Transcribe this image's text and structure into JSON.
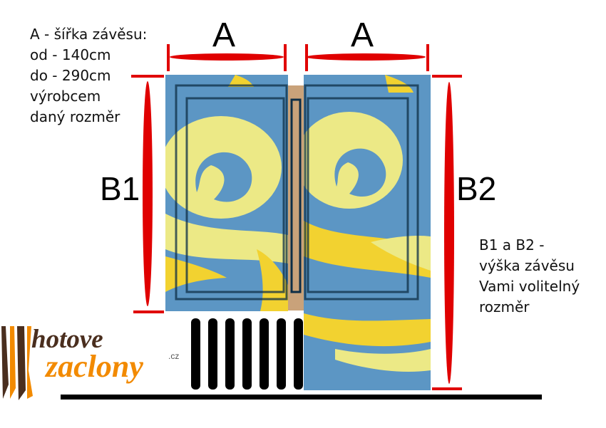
{
  "labels": {
    "width_letter_left": "A",
    "width_letter_right": "A",
    "height_left": "B1",
    "height_right": "B2"
  },
  "width_note": [
    "A - šířka závěsu:",
    "od - 140cm",
    "do - 290cm",
    "výrobcem",
    "daný rozměr"
  ],
  "height_note": [
    "B1 a B2 -",
    "výška závěsu",
    "Vami volitelný",
    "rozměr"
  ],
  "logo": {
    "line1": "hotove",
    "line2": "zaclony",
    "tld": ".cz"
  },
  "colors": {
    "arrow": "#e00000",
    "curtain_blue": "#5c96c4",
    "curtain_yellow": "#ece986",
    "curtain_gold": "#f2d230",
    "frame": "#0d2d46",
    "wood": "#c9a27a",
    "radiator": "#000000"
  }
}
